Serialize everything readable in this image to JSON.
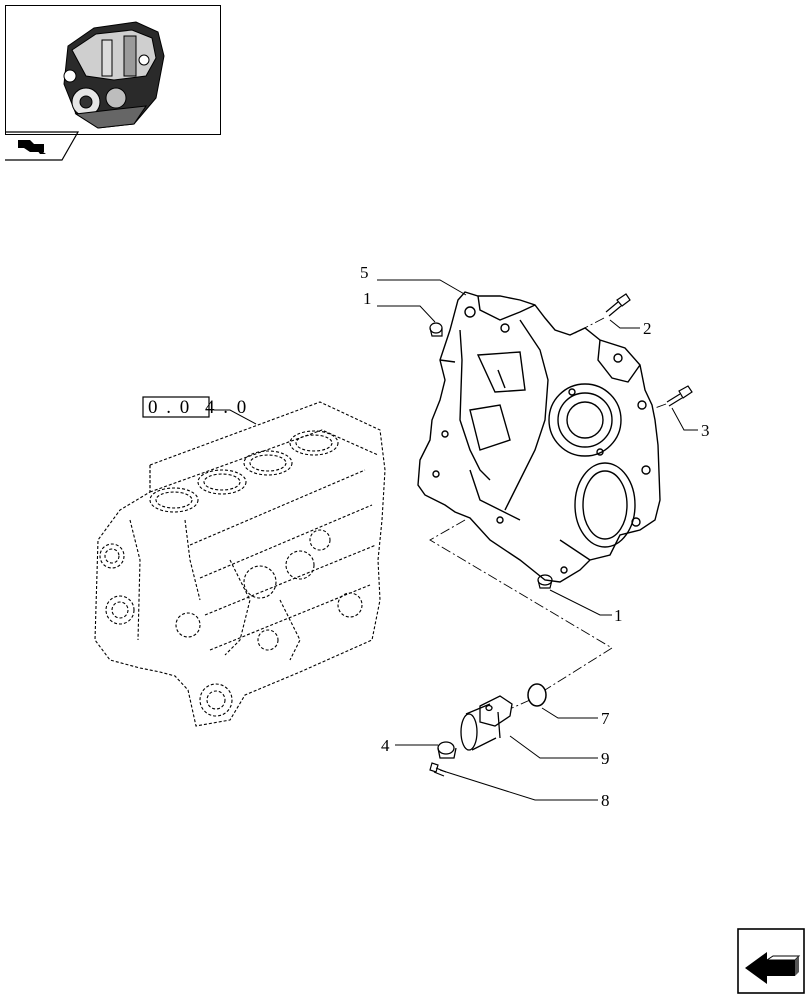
{
  "diagram": {
    "reference": {
      "box_text": "0 . 0",
      "suffix": "4 . 0"
    },
    "callouts": [
      {
        "id": "c5",
        "label": "5"
      },
      {
        "id": "c1a",
        "label": "1"
      },
      {
        "id": "c2",
        "label": "2"
      },
      {
        "id": "c3",
        "label": "3"
      },
      {
        "id": "c1b",
        "label": "1"
      },
      {
        "id": "c7",
        "label": "7"
      },
      {
        "id": "c4",
        "label": "4"
      },
      {
        "id": "c9",
        "label": "9"
      },
      {
        "id": "c8",
        "label": "8"
      }
    ]
  },
  "icons": {
    "thumbnail": "engine-thumbnail-icon",
    "section_tab": "engine-section-icon",
    "navigation": "next-page-arrow-icon"
  },
  "colors": {
    "ink": "#000000",
    "background": "#ffffff"
  }
}
